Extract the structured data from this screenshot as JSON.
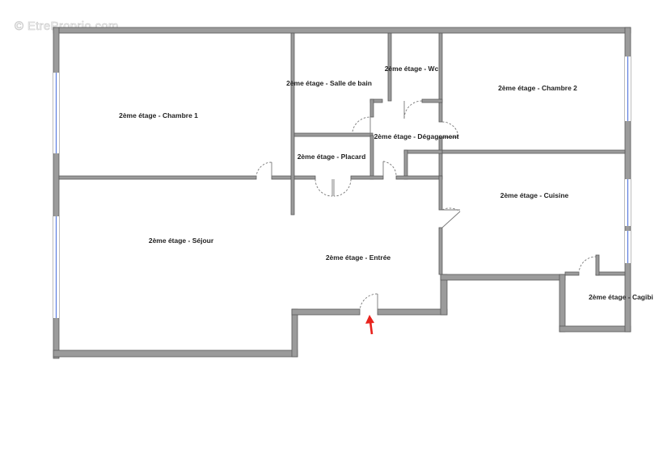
{
  "watermark": "© EtreProprio.com",
  "rooms": {
    "chambre1": "2ème étage - Chambre 1",
    "salle_de_bain": "2ème étage - Salle de bain",
    "wc": "2ème étage - Wc",
    "chambre2": "2ème étage - Chambre 2",
    "degagement": "2ème étage - Dégagement",
    "placard": "2ème étage - Placard",
    "cuisine": "2ème étage - Cuisine",
    "sejour": "2ème étage - Séjour",
    "entree": "2ème étage - Entrée",
    "cagibi": "2ème étage - Cagibi"
  },
  "colors": {
    "wall": "#9b9b9b",
    "window": "#5b7de0",
    "entrance_arrow": "#e8231d"
  }
}
